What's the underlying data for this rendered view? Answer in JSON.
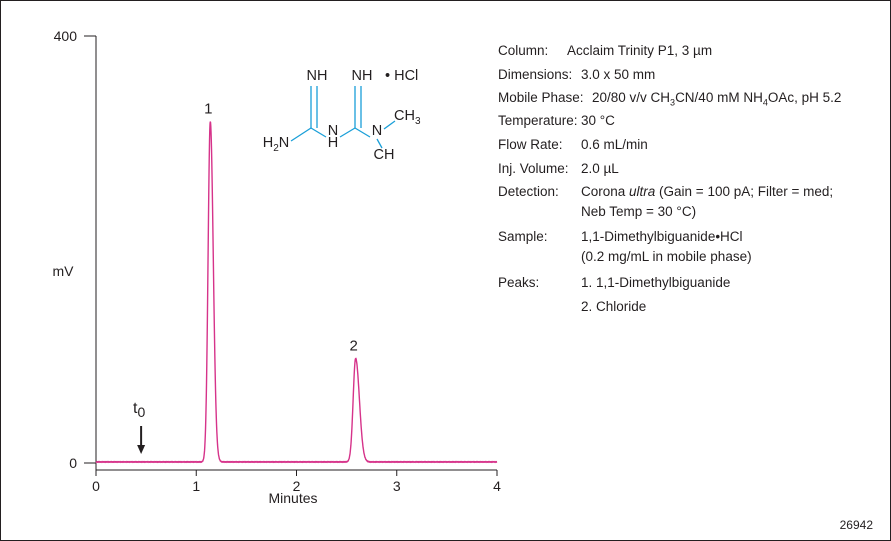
{
  "chart_data": {
    "type": "line",
    "xlabel": "Minutes",
    "ylabel": "mV",
    "xlim": [
      0,
      4
    ],
    "ylim": [
      0,
      400
    ],
    "xticks": [
      0,
      1,
      2,
      3,
      4
    ],
    "yticks": [
      0,
      400
    ],
    "grid": false,
    "line_color": "#d6338a",
    "baseline": 1,
    "peaks": [
      {
        "label": "1",
        "retention_time": 1.14,
        "height": 319,
        "sigma": 0.022,
        "tail": 1.35
      },
      {
        "label": "2",
        "retention_time": 2.59,
        "height": 97,
        "sigma": 0.025,
        "tail": 1.5
      }
    ],
    "t0": {
      "label_main": "t",
      "label_sub": "0",
      "x": 0.45
    }
  },
  "structure": {
    "color": "#1a9fd8",
    "salt": "• HCl",
    "NH_left": "NH",
    "NH_right": "NH",
    "H2N_H": "H",
    "H2N_2": "2",
    "H2N_N": "N",
    "N_mid": "N",
    "H_mid": "H",
    "N_right": "N",
    "CH3_top_C": "CH",
    "CH3_top_3": "3",
    "CH3_bottom": "CH"
  },
  "conditions": {
    "column": {
      "label": "Column:",
      "value": "Acclaim Trinity P1, 3 µm"
    },
    "dimensions": {
      "label": "Dimensions:",
      "value": "3.0 x 50 mm"
    },
    "mobile_phase": {
      "label": "Mobile Phase:",
      "value_a": "20/80 v/v CH",
      "sub_a": "3",
      "value_b": "CN/40 mM NH",
      "sub_b": "4",
      "value_c": "OAc, pH 5.2"
    },
    "temperature": {
      "label": "Temperature:",
      "value": "30 °C"
    },
    "flow_rate": {
      "label": "Flow Rate:",
      "value": "0.6 mL/min"
    },
    "inj_volume": {
      "label": "Inj. Volume:",
      "value": "2.0 µL"
    },
    "detection": {
      "label": "Detection:",
      "value_a": "Corona ",
      "value_italic": "ultra",
      "value_b": " (Gain = 100 pA; Filter = med;",
      "value_line2": "Neb Temp = 30 °C)"
    },
    "sample": {
      "label": "Sample:",
      "value_line1": "1,1-Dimethylbiguanide•HCl",
      "value_line2": "(0.2 mg/mL in mobile phase)"
    },
    "peaks": {
      "label": "Peaks:",
      "item1": "1. 1,1-Dimethylbiguanide",
      "item2": "2. Chloride"
    }
  },
  "figure_id": "26942"
}
